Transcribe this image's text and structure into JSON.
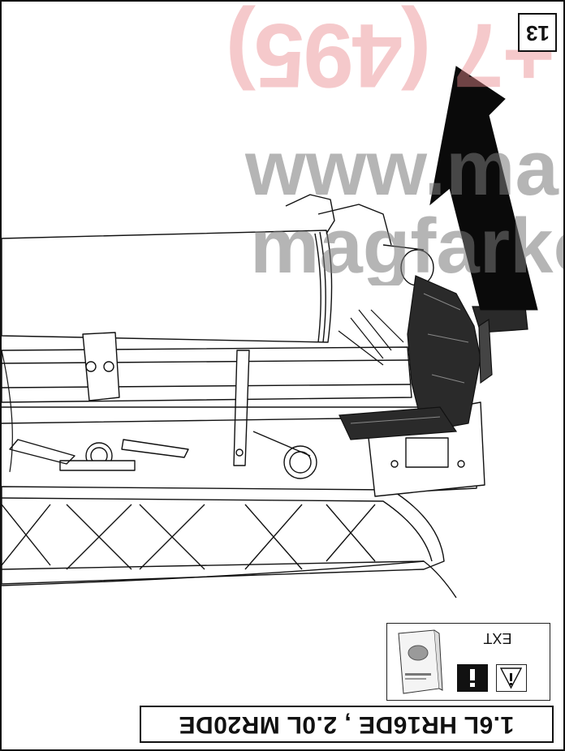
{
  "step": {
    "number": "13"
  },
  "watermark": {
    "phone": "+7 (495)",
    "www": "www.ma",
    "site": "magfarkop"
  },
  "notice": {
    "label": "EXT",
    "icons": [
      "info-icon",
      "warning-icon",
      "service-manual-icon"
    ]
  },
  "engine_label": "1.6L HR16DE , 2.0L MR20DE",
  "colors": {
    "line": "#111111",
    "watermark_red": "#e9898d",
    "watermark_gray": "#7a7a7a",
    "bracket_dark": "#2a2a2a",
    "arrow": "#0a0a0a"
  }
}
